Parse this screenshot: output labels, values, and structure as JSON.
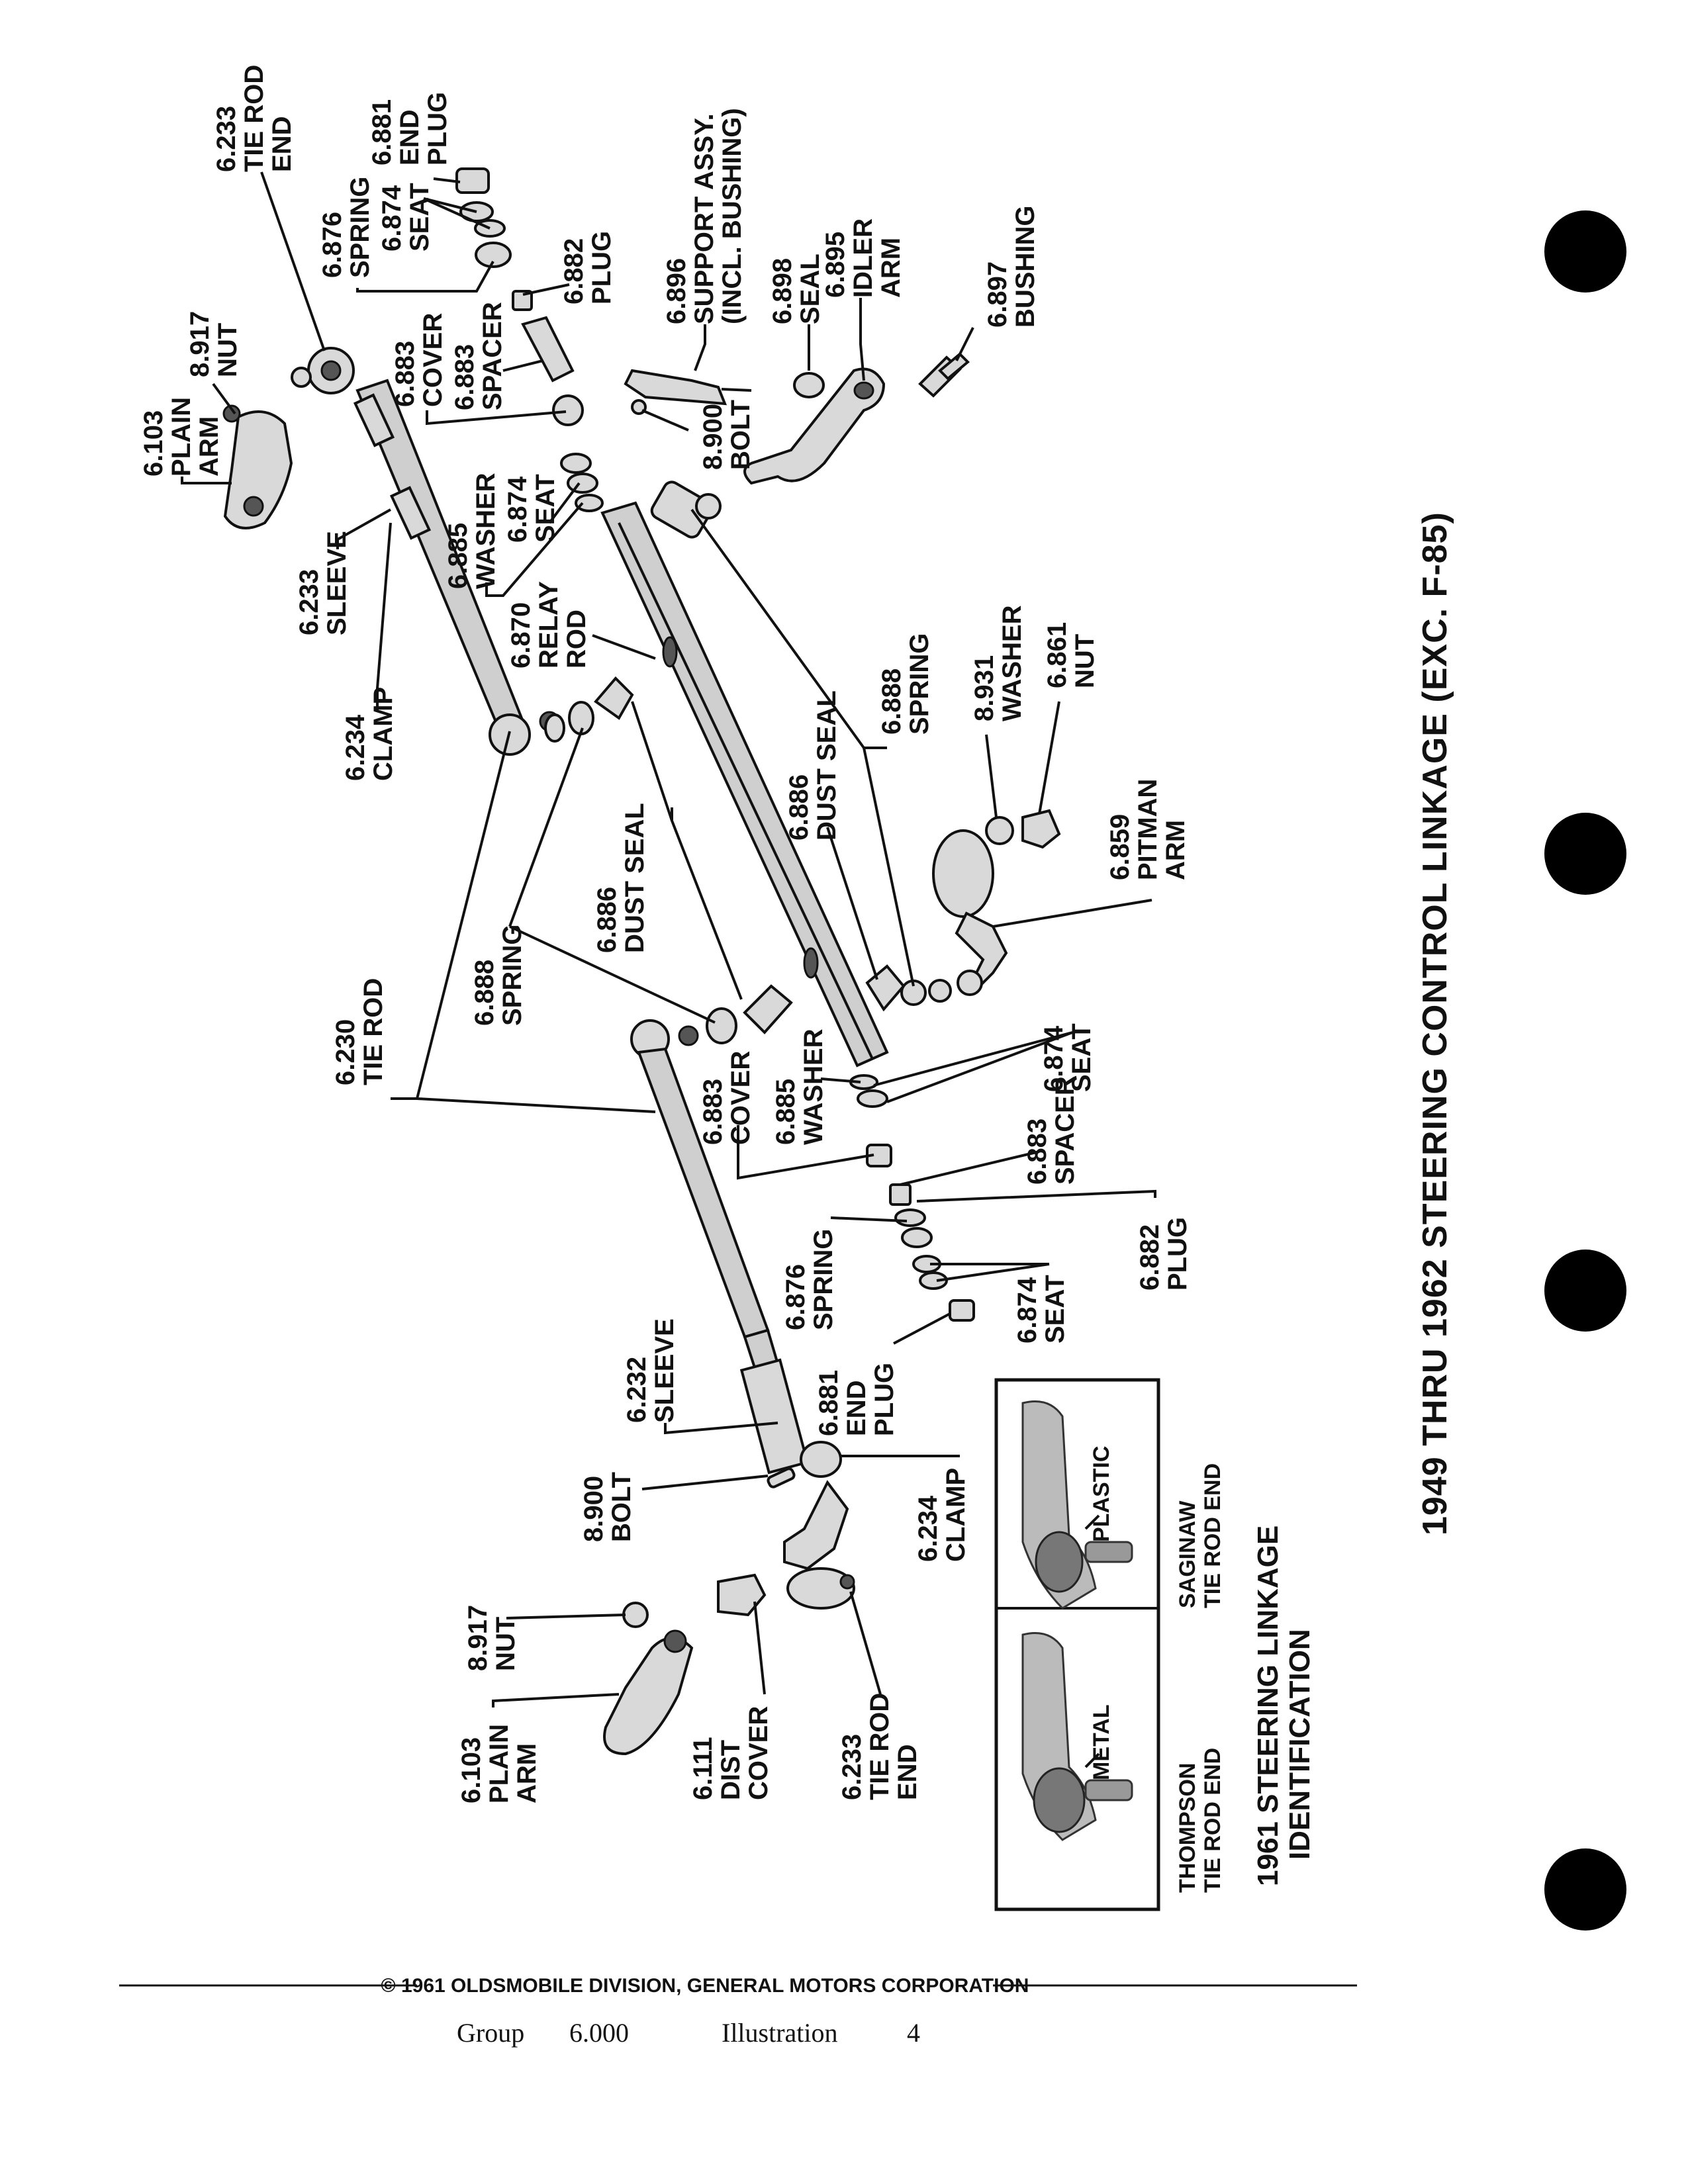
{
  "title": "1949 THRU 1962 STEERING CONTROL LINKAGE (EXC. F-85)",
  "identification": {
    "title_line1": "1961 STEERING LINKAGE",
    "title_line2": "IDENTIFICATION",
    "thompson": {
      "line1": "THOMPSON",
      "line2": "TIE ROD END",
      "material": "METAL"
    },
    "saginaw": {
      "line1": "SAGINAW",
      "line2": "TIE ROD END",
      "material": "PLASTIC"
    }
  },
  "footer": {
    "copyright": "© 1961 OLDSMOBILE DIVISION, GENERAL MOTORS CORPORATION",
    "group_label": "Group",
    "group_number": "6.000",
    "illustration_label": "Illustration",
    "illustration_number": "4"
  },
  "parts": {
    "tie_rod_end_top": {
      "number": "6.233",
      "name1": "TIE ROD",
      "name2": "END"
    },
    "end_plug_top": {
      "number": "6.881",
      "name1": "END",
      "name2": "PLUG"
    },
    "seat_top": {
      "number": "6.874",
      "name1": "SEAT"
    },
    "spring_top": {
      "number": "6.876",
      "name1": "SPRING"
    },
    "plug_top": {
      "number": "6.882",
      "name1": "PLUG"
    },
    "support_assy": {
      "number": "6.896",
      "name1": "SUPPORT ASSY.",
      "name2": "(INCL. BUSHING)"
    },
    "seal": {
      "number": "6.898",
      "name1": "SEAL"
    },
    "idler_arm": {
      "number": "6.895",
      "name1": "IDLER",
      "name2": "ARM"
    },
    "bushing": {
      "number": "6.897",
      "name1": "BUSHING"
    },
    "plain_arm_top": {
      "number": "6.103",
      "name1": "PLAIN",
      "name2": "ARM"
    },
    "nut_top": {
      "number": "8.917",
      "name1": "NUT"
    },
    "cover_top": {
      "number": "6.883",
      "name1": "COVER"
    },
    "spacer_top": {
      "number": "6.883",
      "name1": "SPACER"
    },
    "bolt_top": {
      "number": "8.900",
      "name1": "BOLT"
    },
    "sleeve_top": {
      "number": "6.233",
      "name1": "SLEEVE"
    },
    "washer_mid": {
      "number": "6.885",
      "name1": "WASHER"
    },
    "seat_mid": {
      "number": "6.874",
      "name1": "SEAT"
    },
    "relay_rod": {
      "number": "6.870",
      "name1": "RELAY",
      "name2": "ROD"
    },
    "clamp_top": {
      "number": "6.234",
      "name1": "CLAMP"
    },
    "washer_pitman": {
      "number": "8.931",
      "name1": "WASHER"
    },
    "nut_pitman": {
      "number": "6.861",
      "name1": "NUT"
    },
    "spring_right": {
      "number": "6.888",
      "name1": "SPRING"
    },
    "dust_seal_right": {
      "number": "6.886",
      "name1": "DUST SEAL"
    },
    "dust_seal_left": {
      "number": "6.886",
      "name1": "DUST SEAL"
    },
    "pitman_arm": {
      "number": "6.859",
      "name1": "PITMAN",
      "name2": "ARM"
    },
    "spring_left": {
      "number": "6.888",
      "name1": "SPRING"
    },
    "tie_rod": {
      "number": "6.230",
      "name1": "TIE ROD"
    },
    "seat_low": {
      "number": "6.874",
      "name1": "SEAT"
    },
    "cover_low": {
      "number": "6.883",
      "name1": "COVER"
    },
    "washer_low": {
      "number": "6.885",
      "name1": "WASHER"
    },
    "spacer_low": {
      "number": "6.883",
      "name1": "SPACER"
    },
    "spring_low": {
      "number": "6.876",
      "name1": "SPRING"
    },
    "plug_low": {
      "number": "6.882",
      "name1": "PLUG"
    },
    "seat_low2": {
      "number": "6.874",
      "name1": "SEAT"
    },
    "sleeve_low": {
      "number": "6.232",
      "name1": "SLEEVE"
    },
    "end_plug_low": {
      "number": "6.881",
      "name1": "END",
      "name2": "PLUG"
    },
    "bolt_low": {
      "number": "8.900",
      "name1": "BOLT"
    },
    "clamp_low": {
      "number": "6.234",
      "name1": "CLAMP"
    },
    "nut_low": {
      "number": "8.917",
      "name1": "NUT"
    },
    "plain_arm_low": {
      "number": "6.103",
      "name1": "PLAIN",
      "name2": "ARM"
    },
    "dist_cover": {
      "number": "6.111",
      "name1": "DIST",
      "name2": "COVER"
    },
    "tie_rod_end_low": {
      "number": "6.233",
      "name1": "TIE ROD",
      "name2": "END"
    }
  }
}
